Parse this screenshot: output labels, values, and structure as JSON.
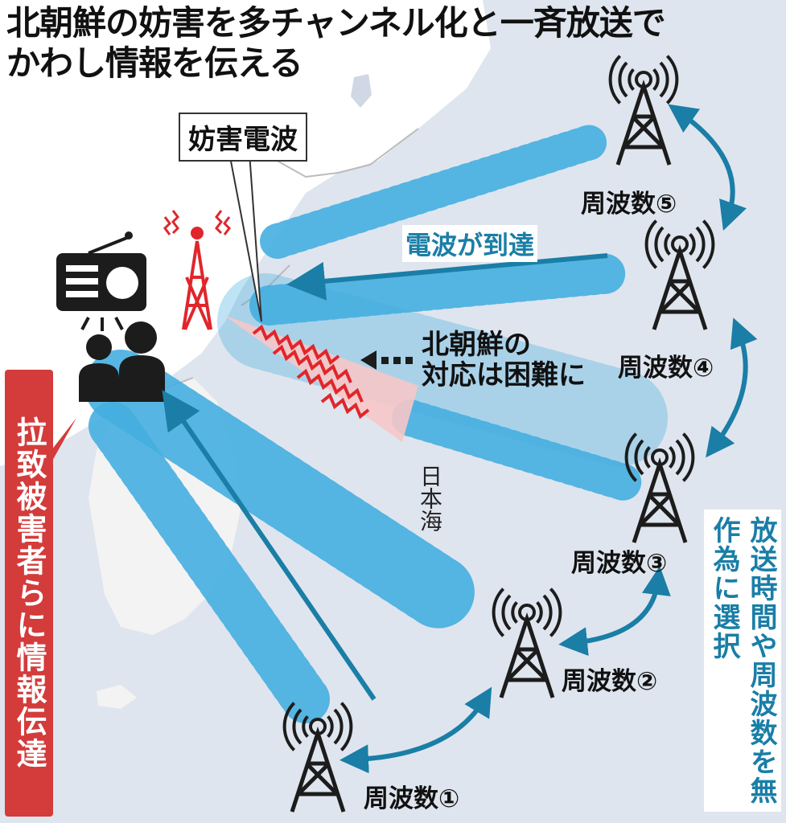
{
  "title": {
    "line1": "北朝鮮の妨害を多チャンネル化と一斉放送で",
    "line2": "かわし情報を伝える"
  },
  "jamming_label": "妨害電波",
  "arrow_label": "電波が到達",
  "difficulty": {
    "line1": "北朝鮮の",
    "line2": "対応は困難に"
  },
  "sea_label": "日本海",
  "victims_label": "拉致被害者らに情報伝達",
  "random_label": "放送時間や周波数を無作為に選択",
  "towers": [
    {
      "label": "周波数①"
    },
    {
      "label": "周波数②"
    },
    {
      "label": "周波数③"
    },
    {
      "label": "周波数④"
    },
    {
      "label": "周波数⑤"
    }
  ],
  "colors": {
    "accent_blue": "#1a7ea6",
    "wave_blue": "#45aee0",
    "jam_red": "#e0262b",
    "victims_red": "#d43b3b",
    "sea": "#dfe5ee",
    "land_north": "#ffffff",
    "land_south": "#f3f3f3"
  }
}
